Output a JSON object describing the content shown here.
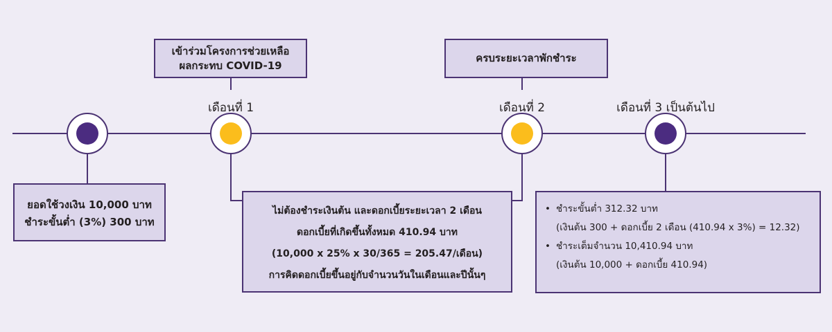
{
  "colors": {
    "background": "#efecf5",
    "box_fill": "#dcd6eb",
    "box_border": "#4b3373",
    "line": "#4b3373",
    "node_purple": "#4b2c80",
    "node_yellow": "#fbbd1c"
  },
  "milestones": [
    {
      "label": "",
      "dot": "purple"
    },
    {
      "label": "เดือนที่ 1",
      "dot": "yellow"
    },
    {
      "label": "เดือนที่ 2",
      "dot": "yellow"
    },
    {
      "label": "เดือนที่ 3 เป็นต้นไป",
      "dot": "purple"
    }
  ],
  "box_covid": {
    "line1": "เข้าร่วมโครงการช่วยเหลือ",
    "line2": "ผลกระทบ COVID-19"
  },
  "box_pause": {
    "text": "ครบระยะเวลาพักชำระ"
  },
  "box_loan": {
    "line1": "ยอดใช้วงเงิน 10,000 บาท",
    "line2": "ชำระขั้นต่ำ (3%) 300 บาท"
  },
  "box_interest": {
    "line1": "ไม่ต้องชำระเงินต้น และดอกเบี้ยระยะเวลา 2 เดือน",
    "line2": "ดอกเบี้ยที่เกิดขึ้นทั้งหมด 410.94 บาท",
    "line3": "(10,000 x 25% x 30/365 = 205.47/เดือน)",
    "line4": "การคิดดอกเบี้ยขึ้นอยู่กับจำนวนวันในเดือนและปีนั้นๆ"
  },
  "box_after": {
    "bullet_symbol": "•",
    "item1_title": "ชำระขั้นต่ำ 312.32 บาท",
    "item1_detail": "(เงินต้น 300 + ดอกเบี้ย 2 เดือน (410.94 x 3%) = 12.32)",
    "item2_title": "ชำระเต็มจำนวน 10,410.94 บาท",
    "item2_detail": "(เงินต้น 10,000 + ดอกเบี้ย 410.94)"
  }
}
